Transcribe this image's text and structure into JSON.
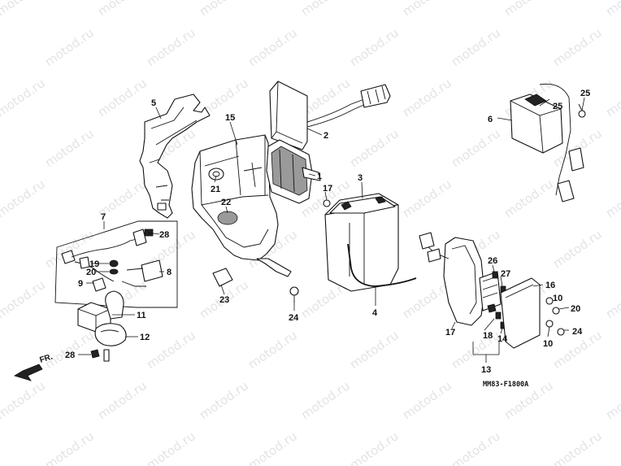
{
  "diagram": {
    "code": "MM83-F1800A",
    "direction_label": "FR.",
    "watermark": "motod.ru",
    "callouts": [
      {
        "id": "c1",
        "text": "1"
      },
      {
        "id": "c2",
        "text": "2"
      },
      {
        "id": "c3",
        "text": "3"
      },
      {
        "id": "c4",
        "text": "4"
      },
      {
        "id": "c5",
        "text": "5"
      },
      {
        "id": "c6",
        "text": "6"
      },
      {
        "id": "c7",
        "text": "7"
      },
      {
        "id": "c8",
        "text": "8"
      },
      {
        "id": "c9",
        "text": "9"
      },
      {
        "id": "c10a",
        "text": "10"
      },
      {
        "id": "c10b",
        "text": "10"
      },
      {
        "id": "c11",
        "text": "11"
      },
      {
        "id": "c12",
        "text": "12"
      },
      {
        "id": "c13",
        "text": "13"
      },
      {
        "id": "c14",
        "text": "14"
      },
      {
        "id": "c15",
        "text": "15"
      },
      {
        "id": "c16",
        "text": "16"
      },
      {
        "id": "c17a",
        "text": "17"
      },
      {
        "id": "c17b",
        "text": "17"
      },
      {
        "id": "c18",
        "text": "18"
      },
      {
        "id": "c19",
        "text": "19"
      },
      {
        "id": "c20a",
        "text": "20"
      },
      {
        "id": "c20b",
        "text": "20"
      },
      {
        "id": "c21",
        "text": "21"
      },
      {
        "id": "c22",
        "text": "22"
      },
      {
        "id": "c23",
        "text": "23"
      },
      {
        "id": "c24a",
        "text": "24"
      },
      {
        "id": "c24b",
        "text": "24"
      },
      {
        "id": "c25a",
        "text": "25"
      },
      {
        "id": "c25b",
        "text": "25"
      },
      {
        "id": "c26",
        "text": "26"
      },
      {
        "id": "c27",
        "text": "27"
      },
      {
        "id": "c28a",
        "text": "28"
      },
      {
        "id": "c28b",
        "text": "28"
      }
    ]
  }
}
